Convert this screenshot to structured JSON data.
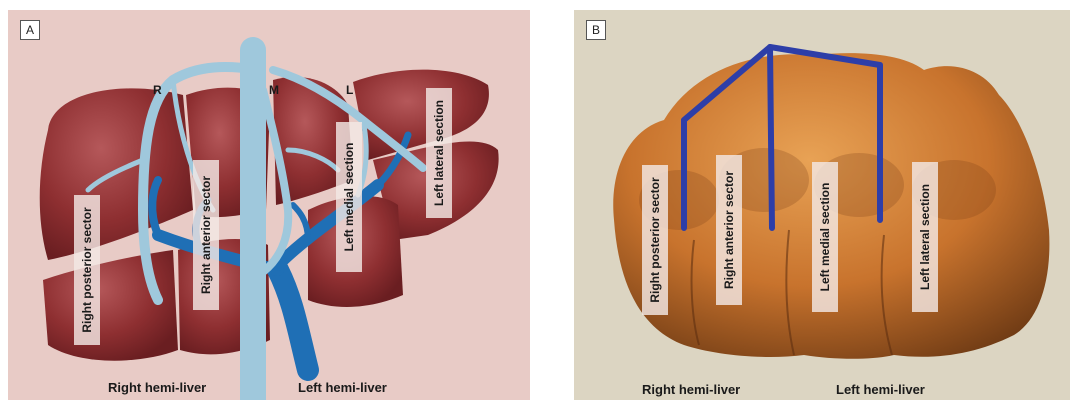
{
  "panel_a": {
    "letter": "A",
    "vein_labels": {
      "right": "R",
      "middle": "M",
      "left": "L"
    },
    "sectors": [
      "Right posterior sector",
      "Right anterior sector",
      "Left medial section",
      "Left lateral section"
    ],
    "hemi_labels": {
      "right": "Right hemi-liver",
      "left": "Left hemi-liver"
    },
    "colors": {
      "background": "#e8cbc6",
      "liver": "#8e2f31",
      "hepatic_vein": "#9fc8dc",
      "portal_vein": "#1f6fb5"
    }
  },
  "panel_b": {
    "letter": "B",
    "sectors": [
      "Right posterior sector",
      "Right anterior sector",
      "Left medial section",
      "Left lateral section"
    ],
    "hemi_labels": {
      "right": "Right hemi-liver",
      "left": "Left hemi-liver"
    },
    "colors": {
      "background": "#dcd5c2",
      "fist": "#c8732d",
      "line": "#2d3ea8"
    }
  }
}
